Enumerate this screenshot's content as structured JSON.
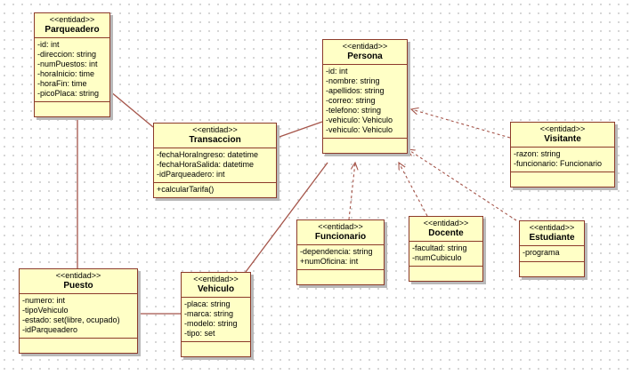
{
  "diagram": {
    "classes": {
      "parqueadero": {
        "stereotype": "<<entidad>>",
        "name": "Parqueadero",
        "attributes": [
          "-id: int",
          "-direccion: string",
          "-numPuestos: int",
          "-horaInicio: time",
          "-horaFin: time",
          "-picoPlaca: string"
        ],
        "operations": []
      },
      "transaccion": {
        "stereotype": "<<entidad>>",
        "name": "Transaccion",
        "attributes": [
          "-fechaHoraIngreso: datetime",
          "-fechaHoraSalida: datetime",
          "-idParqueadero: int"
        ],
        "operations": [
          "+calcularTarifa()"
        ]
      },
      "persona": {
        "stereotype": "<<entidad>>",
        "name": "Persona",
        "attributes": [
          "-id: int",
          "-nombre: string",
          "-apellidos: string",
          "-correo: string",
          "-telefono: string",
          "-vehiculo: Vehiculo",
          "-vehiculo: Vehiculo"
        ],
        "operations": []
      },
      "visitante": {
        "stereotype": "<<entidad>>",
        "name": "Visitante",
        "attributes": [
          "-razon: string",
          "-funcionario: Funcionario"
        ],
        "operations": []
      },
      "funcionario": {
        "stereotype": "<<entidad>>",
        "name": "Funcionario",
        "attributes": [
          "-dependencia: string",
          "+numOficina: int"
        ],
        "operations": []
      },
      "docente": {
        "stereotype": "<<entidad>>",
        "name": "Docente",
        "attributes": [
          "-facultad: string",
          "-numCubiculo"
        ],
        "operations": []
      },
      "estudiante": {
        "stereotype": "<<entidad>>",
        "name": "Estudiante",
        "attributes": [
          "-programa"
        ],
        "operations": []
      },
      "puesto": {
        "stereotype": "<<entidad>>",
        "name": "Puesto",
        "attributes": [
          "-numero: int",
          "-tipoVehiculo",
          "-estado: set(libre, ocupado)",
          "-idParqueadero"
        ],
        "operations": []
      },
      "vehiculo": {
        "stereotype": "<<entidad>>",
        "name": "Vehiculo",
        "attributes": [
          "-placa: string",
          "-marca: string",
          "-modelo: string",
          "-tipo: set"
        ],
        "operations": []
      }
    },
    "colors": {
      "class_fill": "#ffffc6",
      "class_border": "#8c3a2a",
      "association_line": "#a5554a",
      "dependency_line": "#a5554a"
    }
  }
}
